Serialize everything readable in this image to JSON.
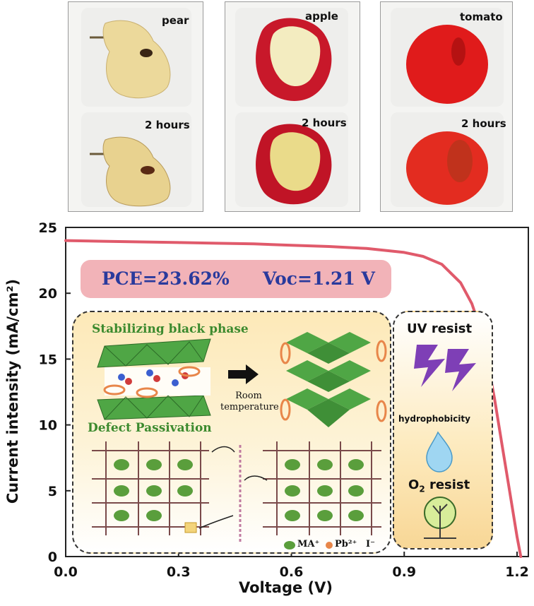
{
  "photos": [
    {
      "top_label": "pear",
      "bottom_label": "2 hours"
    },
    {
      "top_label": "apple",
      "bottom_label": "2 hours"
    },
    {
      "top_label": "tomato",
      "bottom_label": "2 hours"
    }
  ],
  "inset": {
    "pce_label": "PCE=23.62%",
    "voc_label": "Voc=1.21 V",
    "stabilizing": "Stabilizing black phase",
    "defect": "Defect Passivation",
    "room_temp_line1": "Room",
    "room_temp_line2": "temperature",
    "uv": "UV resist",
    "hydro": "hydrophobicity",
    "o2_prefix": "O",
    "o2_sub": "2",
    "o2_suffix": " resist",
    "legend_ma": "MA⁺",
    "legend_pb": "Pb²⁺",
    "legend_i": "I⁻"
  },
  "colors": {
    "curve": "#e05a6b",
    "pce_box": "#f2b3b8",
    "pce_text": "#2a3a9c",
    "panel_bg": "#fbe7b4",
    "green": "#4fa645",
    "orange": "#e8864a",
    "purple": "#7e3fb6"
  },
  "chart_data": {
    "type": "line",
    "xlabel": "Voltage (V)",
    "ylabel": "Current intensity (mA/cm²)",
    "xlim": [
      0.0,
      1.23
    ],
    "ylim": [
      0,
      25
    ],
    "xticks": [
      "0.0",
      "0.3",
      "0.6",
      "0.9",
      "1.2"
    ],
    "yticks": [
      "0",
      "5",
      "10",
      "15",
      "20",
      "25"
    ],
    "series": [
      {
        "x": [
          0.0,
          0.1,
          0.2,
          0.3,
          0.4,
          0.5,
          0.6,
          0.7,
          0.8,
          0.9,
          0.95,
          1.0,
          1.05,
          1.08,
          1.1,
          1.12,
          1.14,
          1.16,
          1.18,
          1.2,
          1.21
        ],
        "values": [
          24.0,
          23.95,
          23.9,
          23.85,
          23.8,
          23.75,
          23.65,
          23.55,
          23.4,
          23.1,
          22.8,
          22.2,
          20.8,
          19.2,
          17.5,
          15.0,
          12.0,
          8.5,
          5.0,
          1.5,
          0.0
        ]
      }
    ]
  }
}
